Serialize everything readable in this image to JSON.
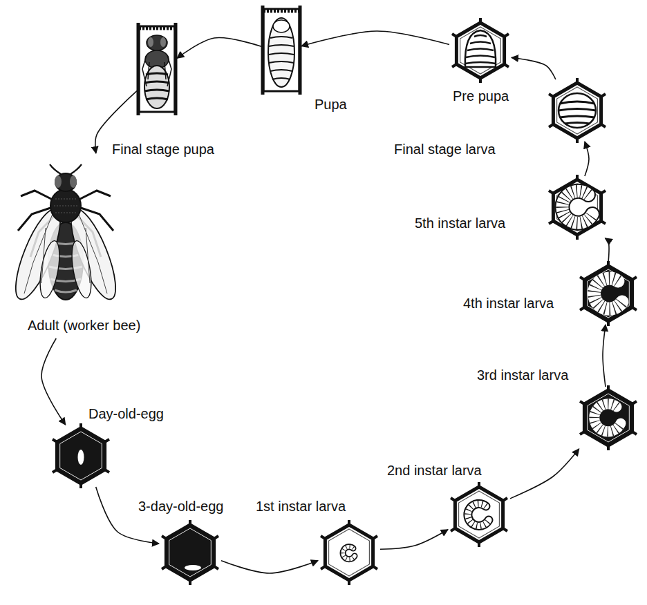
{
  "diagram": {
    "nodes": [
      {
        "text": [
          "Day-old-egg"
        ]
      },
      {
        "text": [
          "3-day-old-egg"
        ]
      },
      {
        "text": [
          "1st instar larva"
        ]
      },
      {
        "text": [
          "2nd instar larva"
        ]
      },
      {
        "text": [
          "3rd instar larva"
        ]
      },
      {
        "text": [
          "4th instar larva"
        ]
      },
      {
        "text": [
          "5th instar larva"
        ]
      },
      {
        "text": [
          "Final stage larva"
        ]
      },
      {
        "text": [
          "Pre pupa"
        ]
      },
      {
        "text": [
          "Pupa"
        ]
      },
      {
        "text": [
          "Final stage pupa"
        ]
      },
      {
        "text": [
          "Adult (worker bee)"
        ]
      }
    ],
    "edges": [
      {
        "from": 0,
        "to": 1,
        "arrow": "to"
      },
      {
        "from": 1,
        "to": 2,
        "arrow": "to"
      },
      {
        "from": 2,
        "to": 3,
        "arrow": "to"
      },
      {
        "from": 3,
        "to": 4,
        "arrow": "to"
      },
      {
        "from": 4,
        "to": 5,
        "arrow": "to"
      },
      {
        "from": 5,
        "to": 6,
        "arrow": "to"
      },
      {
        "from": 6,
        "to": 7,
        "arrow": "to"
      },
      {
        "from": 7,
        "to": 8,
        "arrow": "to"
      },
      {
        "from": 8,
        "to": 9,
        "arrow": "to"
      },
      {
        "from": 9,
        "to": 10,
        "arrow": "to"
      },
      {
        "from": 10,
        "to": 11,
        "arrow": "to"
      },
      {
        "from": 11,
        "to": 0,
        "arrow": "to"
      }
    ]
  }
}
